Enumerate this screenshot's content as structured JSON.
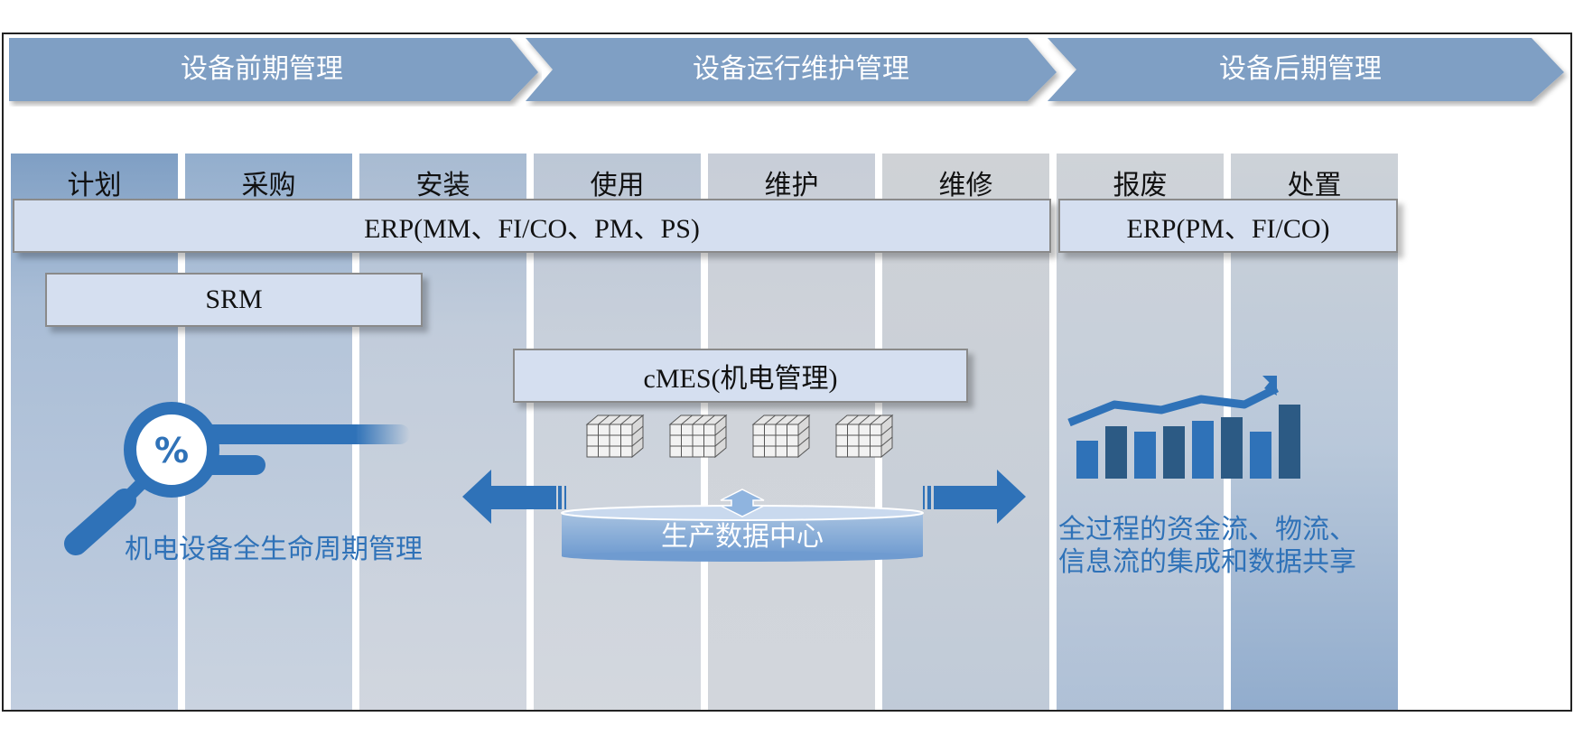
{
  "phases": [
    {
      "label": "设备前期管理"
    },
    {
      "label": "设备运行维护管理"
    },
    {
      "label": "设备后期管理"
    }
  ],
  "stages": [
    {
      "label": "计划"
    },
    {
      "label": "采购"
    },
    {
      "label": "安装"
    },
    {
      "label": "使用"
    },
    {
      "label": "维护"
    },
    {
      "label": "维修"
    },
    {
      "label": "报废"
    },
    {
      "label": "处置"
    }
  ],
  "systems": {
    "erp_main": "ERP(MM、FI/CO、PM、PS)",
    "erp_post": "ERP(PM、FI/CO)",
    "srm": "SRM",
    "cmes": "cMES(机电管理)"
  },
  "lifecycle_label": "机电设备全生命周期管理",
  "data_center_label": "生产数据中心",
  "integration_label": [
    "全过程的资金流、物流、",
    "信息流的集成和数据共享"
  ],
  "icons": {
    "magnifier": "magnifier-percent-icon",
    "cubes": "data-cube-icon",
    "chart": "growth-bar-chart-icon"
  },
  "colors": {
    "phase_banner": "#7f9fc4",
    "box_fill": "#d5dff0",
    "accent_blue": "#2f72b8",
    "dark_bar": "#2c5a84"
  }
}
